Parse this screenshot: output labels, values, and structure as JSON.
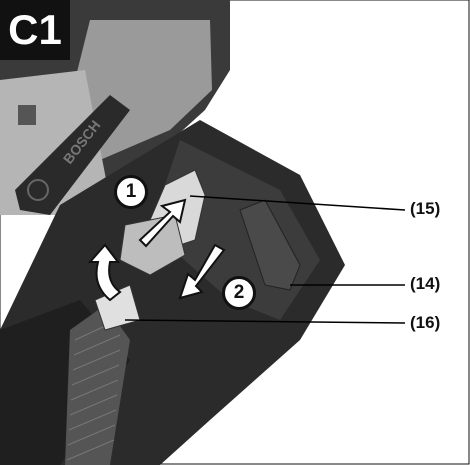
{
  "figure": {
    "label": "C1",
    "brand_text": "BOSCH"
  },
  "callouts": {
    "c15": "(15)",
    "c14": "(14)",
    "c16": "(16)"
  },
  "steps": {
    "s1": "1",
    "s2": "2"
  },
  "colors": {
    "device_dark": "#2a2a2a",
    "device_mid": "#4a4a4a",
    "device_light": "#8a8a8a",
    "arrow": "#111111",
    "line": "#000000"
  }
}
